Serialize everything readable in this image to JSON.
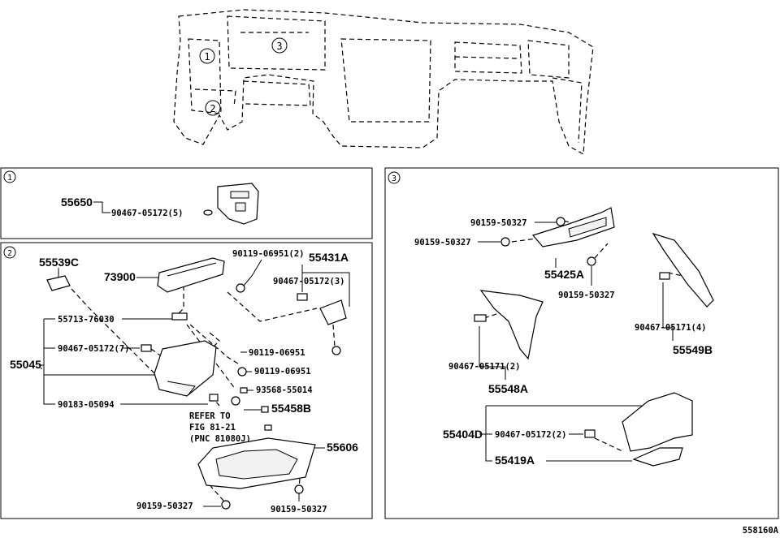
{
  "diagram": {
    "code": "558160A",
    "top_callouts": [
      "1",
      "2",
      "3"
    ],
    "panel1": {
      "badge": "1",
      "labels": {
        "p55650": "55650",
        "p90467a": "90467-05172(5)"
      }
    },
    "panel2": {
      "badge": "2",
      "labels": {
        "p55539C": "55539C",
        "p73900": "73900",
        "p90119a": "90119-06951(2)",
        "p55431A": "55431A",
        "p90467b": "90467-05172(3)",
        "p55713": "55713-76030",
        "p55045": "55045",
        "p90467c": "90467-05172(7)",
        "p90119b": "90119-06951",
        "p90119c": "90119-06951",
        "p93568": "93568-55014",
        "p90183": "90183-05094",
        "p55458B": "55458B",
        "refer1": "REFER TO",
        "refer2": "FIG 81-21",
        "refer3": "(PNC 81080J)",
        "p55606": "55606",
        "p90159a": "90159-50327",
        "p90159b": "90159-50327"
      }
    },
    "panel3": {
      "badge": "3",
      "labels": {
        "p90159a": "90159-50327",
        "p90159b": "90159-50327",
        "p55425A": "55425A",
        "p90159c": "90159-50327",
        "p90467a": "90467-05171(4)",
        "p55549B": "55549B",
        "p90467b": "90467-05171(2)",
        "p55548A": "55548A",
        "p55404D": "55404D",
        "p90467c": "90467-05172(2)",
        "p55419A": "55419A"
      }
    }
  }
}
